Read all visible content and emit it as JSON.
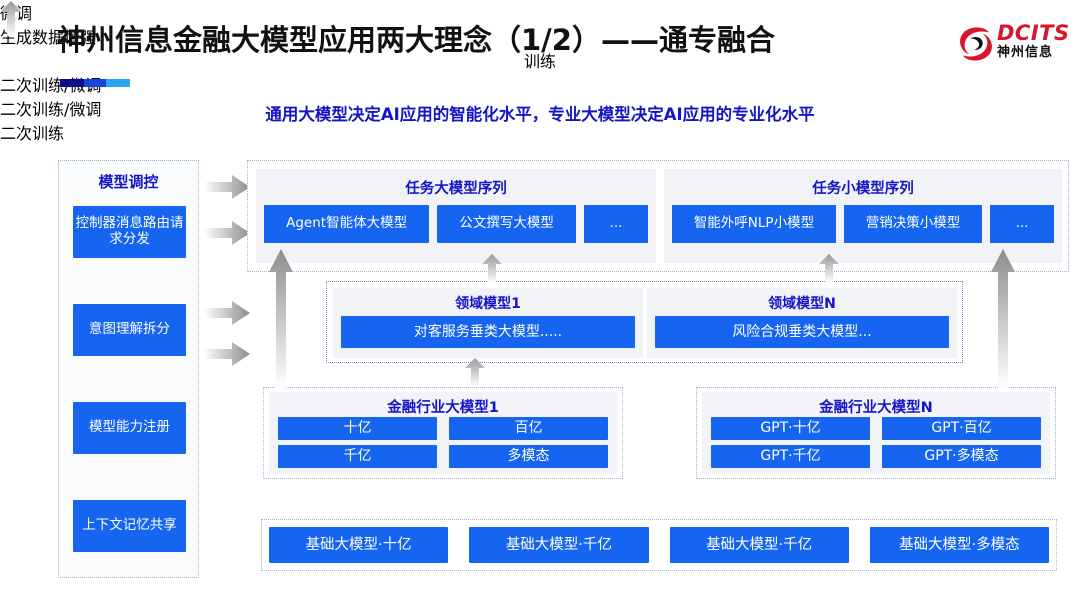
{
  "header": {
    "title": "神州信息金融大模型应用两大理念（1/2）——通专融合",
    "subtitle": "通用大模型决定AI应用的智能化水平，专业大模型决定AI应用的专业化水平",
    "logo": {
      "mark": "dcits-swirl-icon",
      "en": "DCITS",
      "cn": "神州信息",
      "color": "#d6162b"
    },
    "accent_colors": [
      "#0d0d8c",
      "#1546d6",
      "#29a6f0"
    ]
  },
  "sidebar": {
    "title": "模型调控",
    "items": [
      {
        "label": "控制器消息路由请求分发"
      },
      {
        "label": "意图理解拆分"
      },
      {
        "label": "模型能力注册"
      },
      {
        "label": "上下文记忆共享"
      }
    ]
  },
  "task_sequences": [
    {
      "title": "任务大模型序列",
      "models": [
        "Agent智能体大模型",
        "公文撰写大模型",
        "..."
      ]
    },
    {
      "title": "任务小模型序列",
      "models": [
        "智能外呼NLP小模型",
        "营销决策小模型",
        "..."
      ]
    }
  ],
  "domain_models": [
    {
      "title": "领域模型1",
      "model": "对客服务垂类大模型....."
    },
    {
      "title": "领域模型N",
      "model": "风险合规垂类大模型..."
    }
  ],
  "industry_models": [
    {
      "title": "金融行业大模型1",
      "cells": [
        "十亿",
        "百亿",
        "千亿",
        "多模态"
      ]
    },
    {
      "title": "金融行业大模型N",
      "cells": [
        "GPT·十亿",
        "GPT·百亿",
        "GPT·千亿",
        "GPT·多模态"
      ]
    }
  ],
  "base_models": [
    "基础大模型·十亿",
    "基础大模型·千亿",
    "基础大模型·千亿",
    "基础大模型·多模态"
  ],
  "arrow_labels": {
    "fine_tune": "微调",
    "data_augment": "生成数据增强\n训练",
    "data_augment_line1": "生成数据增强",
    "data_augment_line2": "训练",
    "secondary_train_tune_left": "二次训练/微调",
    "secondary_train_tune_right": "二次训练/微调",
    "secondary_train": "二次训练"
  },
  "colors": {
    "blue_box": "#1565f0",
    "heading_blue": "#1515c8",
    "dashed_border": "#9fb3d9",
    "arrow_gray": "#9b9b9b"
  }
}
